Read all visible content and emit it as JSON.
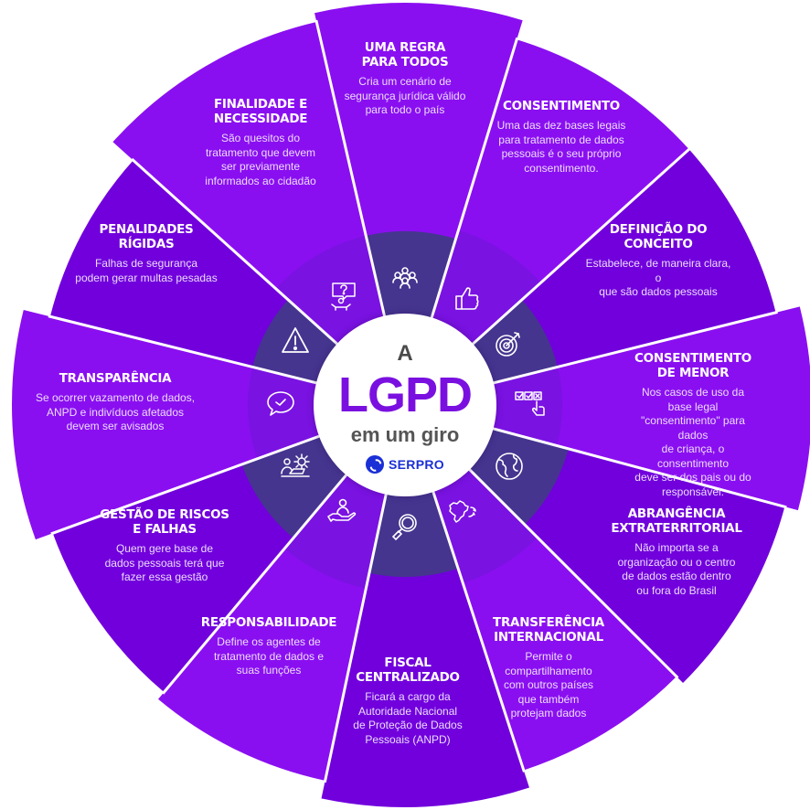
{
  "center": {
    "prefix": "A",
    "title": "LGPD",
    "subtitle": "em um giro",
    "brand": "SERPRO"
  },
  "colors": {
    "segment_light": "#8a0ff0",
    "segment_dark": "#7100dc",
    "inner_ring_dark": "#45358f",
    "inner_ring_light": "#7a12e2",
    "divider": "#ffffff",
    "brand_blue": "#1a2fd6",
    "lgpd_purple": "#7a10e0"
  },
  "segments": [
    {
      "title": "UMA REGRA\nPARA TODOS",
      "description": "Cria um cenário de\nsegurança jurídica válido\npara todo o país",
      "icon": "people-group-icon"
    },
    {
      "title": "CONSENTIMENTO",
      "description": "Uma das dez bases legais\npara tratamento de dados\npessoais é o seu próprio\nconsentimento.",
      "icon": "thumbs-up-icon"
    },
    {
      "title": "DEFINIÇÃO DO\nCONCEITO",
      "description": "Estabelece, de maneira clara, o\nque são dados pessoais",
      "icon": "target-icon"
    },
    {
      "title": "CONSENTIMENTO\nDE MENOR",
      "description": "Nos casos de uso da base legal\n\"consentimento\" para dados\nde criança, o consentimento\ndeve ser dos pais ou do\nresponsável.",
      "icon": "checklist-hand-icon"
    },
    {
      "title": "ABRANGÊNCIA\nEXTRATERRITORIAL",
      "description": "Não importa se a\norganização ou o centro\nde dados estão dentro\nou fora do Brasil",
      "icon": "globe-icon"
    },
    {
      "title": "TRANSFERÊNCIA\nINTERNACIONAL",
      "description": "Permite o\ncompartilhamento\ncom outros países\nque também\nprotejam dados",
      "icon": "brazil-map-arrows-icon"
    },
    {
      "title": "FISCAL\nCENTRALIZADO",
      "description": "Ficará a cargo da\nAutoridade Nacional\nde Proteção de Dados\nPessoais (ANPD)",
      "icon": "magnifier-icon"
    },
    {
      "title": "RESPONSABILIDADE",
      "description": "Define os agentes de\ntratamento de dados e\nsuas funções",
      "icon": "hand-person-icon"
    },
    {
      "title": "GESTÃO DE RISCOS\nE FALHAS",
      "description": "Quem gere base de\ndados pessoais terá que\nfazer essa gestão",
      "icon": "person-gears-icon"
    },
    {
      "title": "TRANSPARÊNCIA",
      "description": "Se ocorrer vazamento de dados,\nANPD e indivíduos afetados\ndevem ser avisados",
      "icon": "chat-check-icon"
    },
    {
      "title": "PENALIDADES\nRÍGIDAS",
      "description": "Falhas de segurança\npodem gerar multas pesadas",
      "icon": "warning-icon"
    },
    {
      "title": "FINALIDADE E\nNECESSIDADE",
      "description": "São quesitos do\ntratamento que devem\nser previamente\ninformados ao cidadão",
      "icon": "question-person-icon"
    }
  ]
}
